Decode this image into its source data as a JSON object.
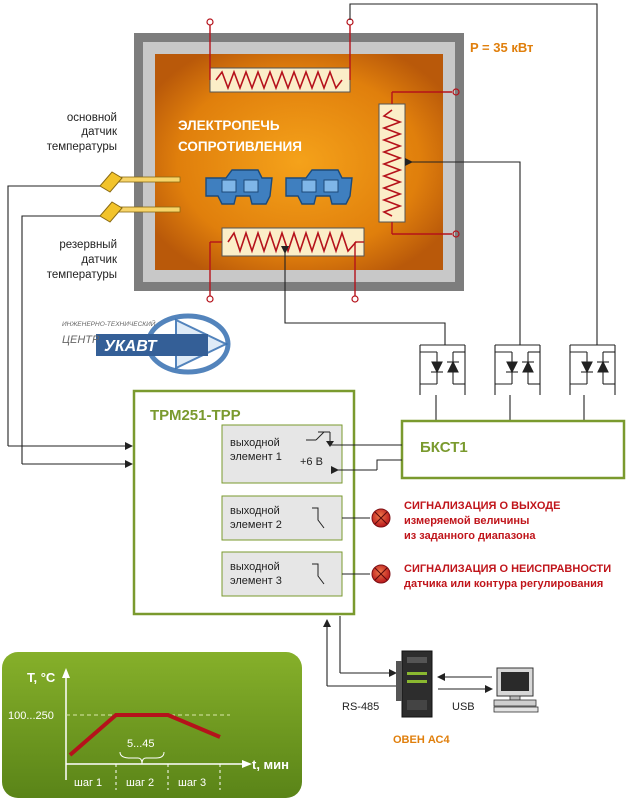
{
  "furnace": {
    "title_line1": "ЭЛЕКТРОПЕЧЬ",
    "title_line2": "СОПРОТИВЛЕНИЯ",
    "power": "P = 35 кВт"
  },
  "sensors": {
    "main_line1": "основной",
    "main_line2": "датчик",
    "main_line3": "температуры",
    "backup_line1": "резервный",
    "backup_line2": "датчик",
    "backup_line3": "температуры"
  },
  "watermark": {
    "caption": "ИНЖЕНЕРНО-ТЕХНИЧЕСКИЙ",
    "center": "ЦЕНТР",
    "brand": "УКАВТ"
  },
  "controller": {
    "title": "ТРМ251-ТРР",
    "out1_line1": "выходной",
    "out1_line2": "элемент 1",
    "out1_voltage": "+6 В",
    "out2_line1": "выходной",
    "out2_line2": "элемент 2",
    "out3_line1": "выходной",
    "out3_line2": "элемент 3"
  },
  "bkst": {
    "label": "БКСТ1"
  },
  "alarms": {
    "alarm1_line1": "СИГНАЛИЗАЦИЯ О ВЫХОДЕ",
    "alarm1_line2": "измеряемой величины",
    "alarm1_line3": "из заданного диапазона",
    "alarm2_line1": "СИГНАЛИЗАЦИЯ О НЕИСПРАВНОСТИ",
    "alarm2_line2": "датчика или контура регулирования"
  },
  "comms": {
    "rs485": "RS-485",
    "usb": "USB",
    "converter": "ОВЕН АС4"
  },
  "profile": {
    "y_label": "T, °C",
    "x_label": "t, мин",
    "temp_range": "100...250",
    "hold_range": "5...45",
    "step1": "шаг 1",
    "step2": "шаг 2",
    "step3": "шаг 3"
  },
  "colors": {
    "furnace_orange": "#e8860a",
    "furnace_frame": "#7d7d7d",
    "controller_green": "#7a9a2e",
    "profile_green": "#6f9a22",
    "alarm_red": "#c0151b",
    "heater_red": "#b5121b"
  }
}
